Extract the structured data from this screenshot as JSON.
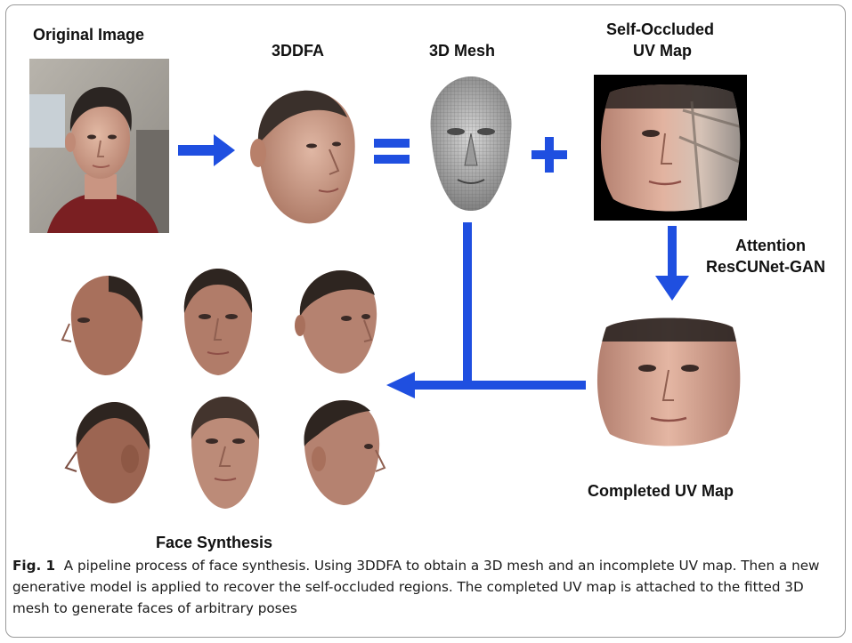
{
  "figure": {
    "labels": {
      "original_image": "Original Image",
      "ddfa": "3DDFA",
      "mesh": "3D Mesh",
      "uv_occluded_line1": "Self-Occluded",
      "uv_occluded_line2": "UV Map",
      "gan_line1": "Attention",
      "gan_line2": "ResCUNet-GAN",
      "completed_uv": "Completed UV Map",
      "face_synthesis": "Face Synthesis"
    },
    "operators": {
      "equals": "=",
      "plus": "+"
    },
    "colors": {
      "arrow": "#1f4fe0",
      "skin": "#c99a86",
      "hair": "#2b2522",
      "shirt": "#7a1f22",
      "mesh": "#9a9a9a"
    }
  },
  "caption": {
    "label": "Fig. 1",
    "text": "A pipeline process of face synthesis. Using 3DDFA to obtain a 3D mesh and an incomplete UV map. Then a new generative model is applied to recover the self-occluded regions. The completed UV map is attached to the fitted 3D mesh to generate faces of arbitrary poses"
  }
}
